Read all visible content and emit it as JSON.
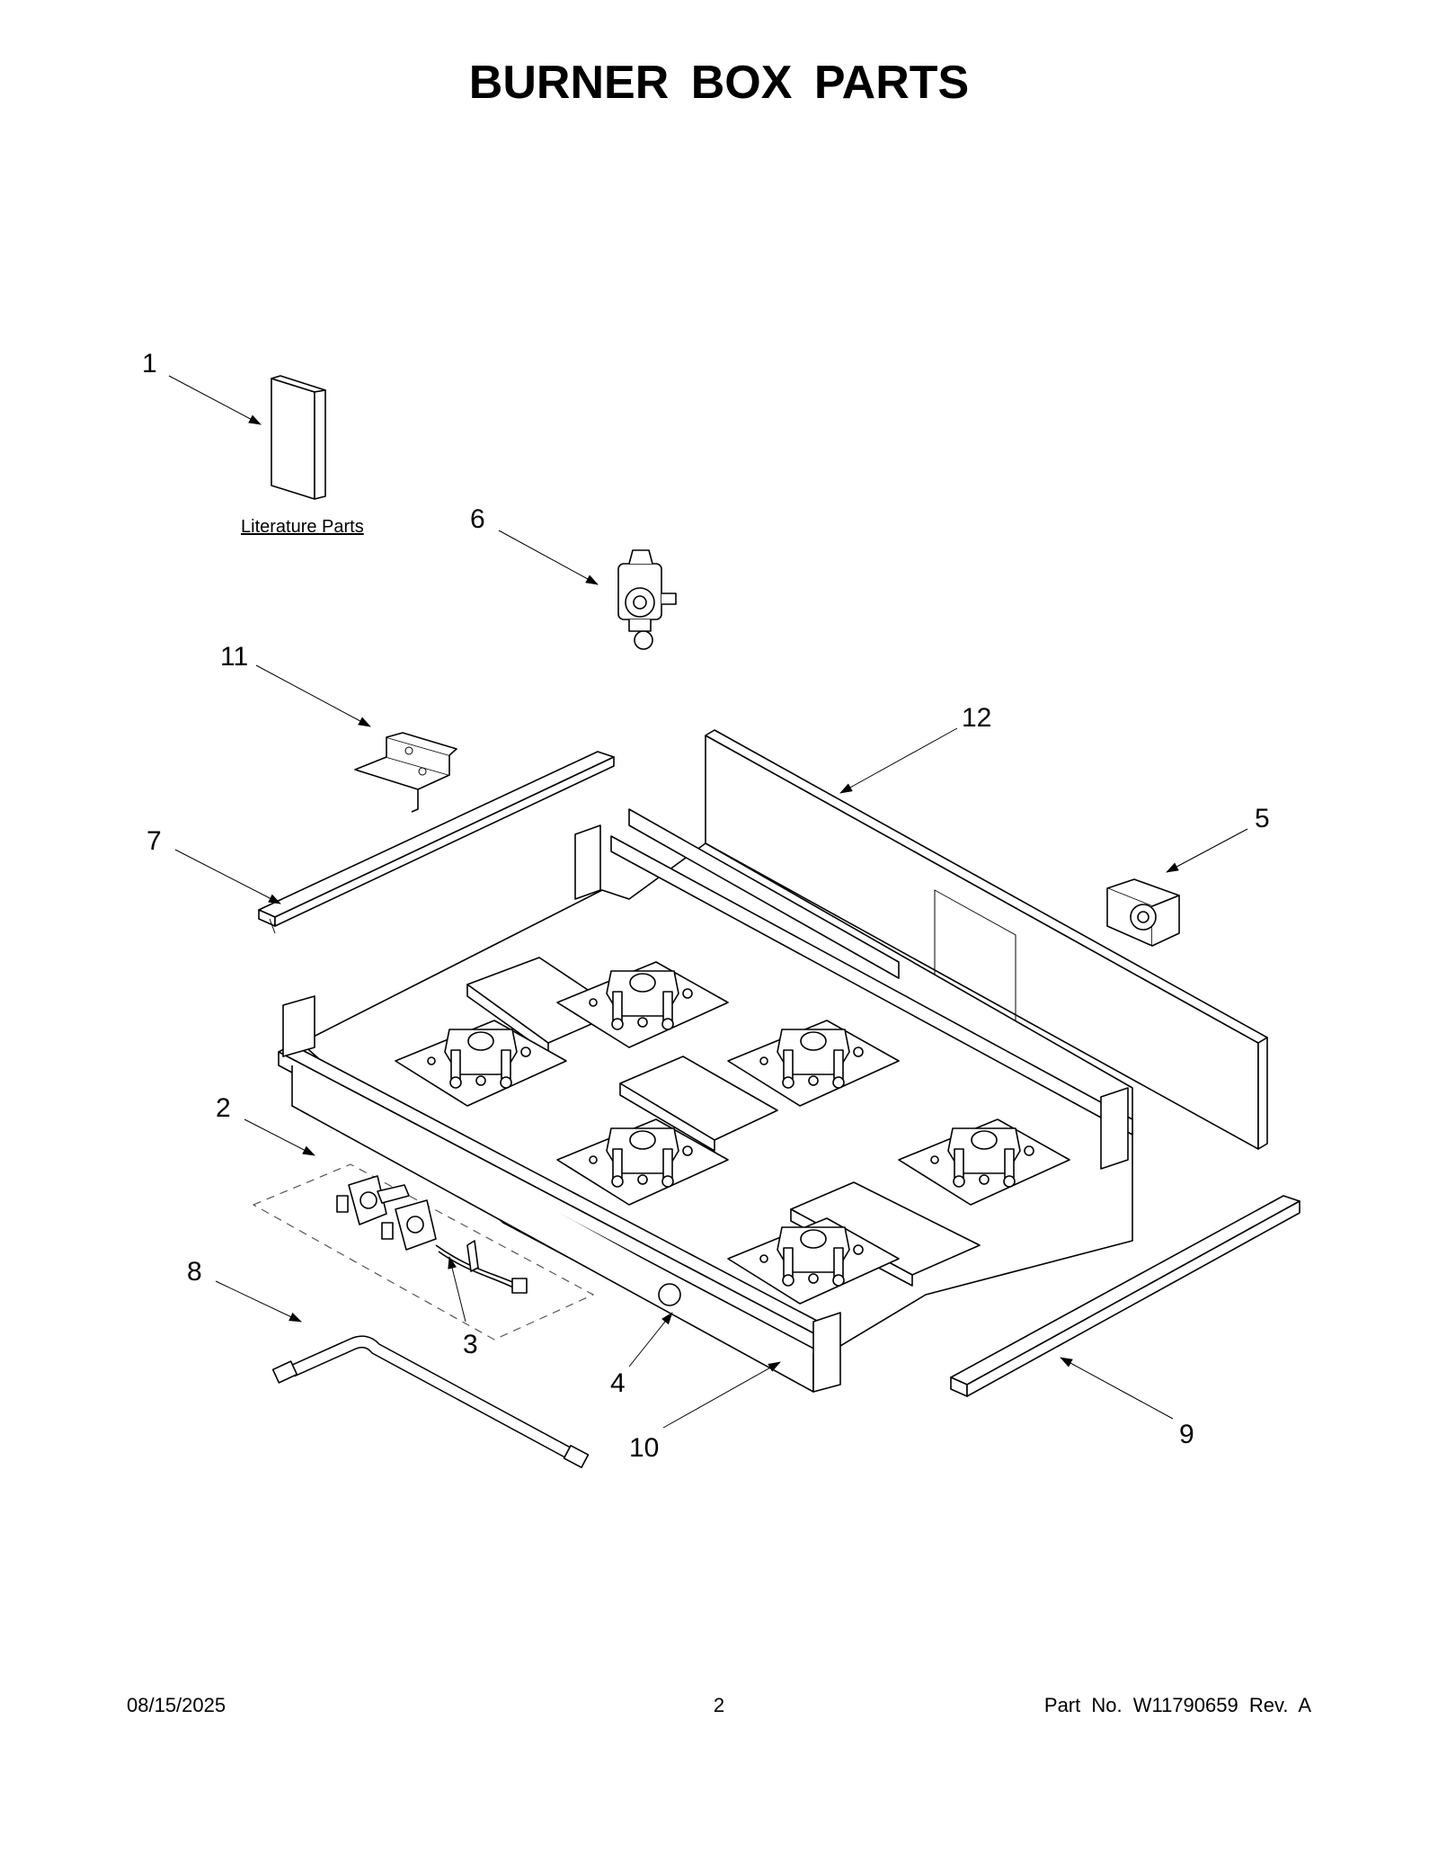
{
  "title": "BURNER BOX PARTS",
  "callouts": [
    {
      "id": "1"
    },
    {
      "id": "2"
    },
    {
      "id": "3"
    },
    {
      "id": "4"
    },
    {
      "id": "5"
    },
    {
      "id": "6"
    },
    {
      "id": "7"
    },
    {
      "id": "8"
    },
    {
      "id": "9"
    },
    {
      "id": "10"
    },
    {
      "id": "11"
    },
    {
      "id": "12"
    }
  ],
  "literature_label": "Literature Parts",
  "footer": {
    "date": "08/15/2025",
    "page": "2",
    "part": "Part No.  W11790659  Rev.  A"
  }
}
